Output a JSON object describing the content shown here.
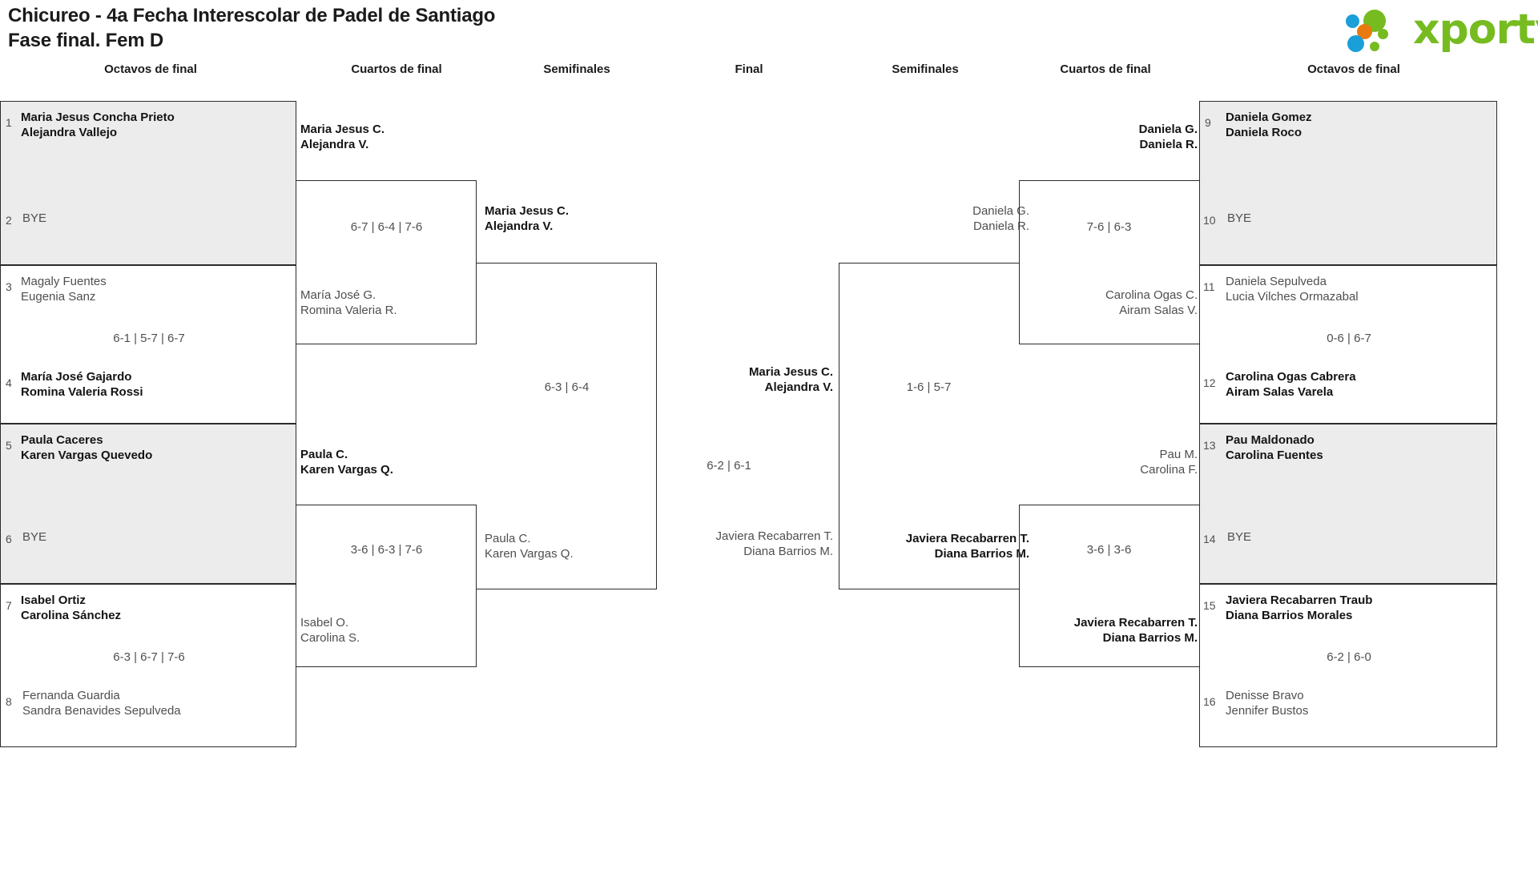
{
  "header": {
    "title_line1": "Chicureo - 4a Fecha Interescolar de Padel de Santiago",
    "title_line2": "Fase final. Fem D",
    "logo_word": "xporty",
    "logo_colors": {
      "green": "#76bc21",
      "orange": "#e87b10",
      "blue": "#1b9fd8"
    }
  },
  "round_headers": [
    {
      "label": "Octavos de final"
    },
    {
      "label": "Cuartos de final"
    },
    {
      "label": "Semifinales"
    },
    {
      "label": "Final"
    },
    {
      "label": "Semifinales"
    },
    {
      "label": "Cuartos de final"
    },
    {
      "label": "Octavos de final"
    }
  ],
  "left": {
    "octavos": [
      {
        "bye": true,
        "score": "",
        "top": {
          "seed": "1",
          "p1": "Maria Jesus Concha Prieto",
          "p2": "Alejandra Vallejo",
          "result": "win"
        },
        "bottom": {
          "seed": "2",
          "p1": "BYE",
          "p2": "",
          "result": "lose"
        }
      },
      {
        "bye": false,
        "score": "6-1 | 5-7 | 6-7",
        "top": {
          "seed": "3",
          "p1": "Magaly Fuentes",
          "p2": "Eugenia Sanz",
          "result": "lose"
        },
        "bottom": {
          "seed": "4",
          "p1": "María José Gajardo",
          "p2": "Romina Valeria Rossi",
          "result": "win"
        }
      },
      {
        "bye": true,
        "score": "",
        "top": {
          "seed": "5",
          "p1": "Paula Caceres",
          "p2": "Karen Vargas Quevedo",
          "result": "win"
        },
        "bottom": {
          "seed": "6",
          "p1": "BYE",
          "p2": "",
          "result": "lose"
        }
      },
      {
        "bye": false,
        "score": "6-3 | 6-7 | 7-6",
        "top": {
          "seed": "7",
          "p1": "Isabel Ortiz",
          "p2": "Carolina Sánchez",
          "result": "win"
        },
        "bottom": {
          "seed": "8",
          "p1": "Fernanda Guardia",
          "p2": "Sandra Benavides Sepulveda",
          "result": "lose"
        }
      }
    ],
    "cuartos": [
      {
        "score": "6-7 | 6-4 | 7-6",
        "top": {
          "p1": "Maria Jesus C.",
          "p2": "Alejandra V.",
          "result": "win"
        },
        "bottom": {
          "p1": "María José G.",
          "p2": "Romina Valeria R.",
          "result": "lose"
        }
      },
      {
        "score": "3-6 | 6-3 | 7-6",
        "top": {
          "p1": "Paula C.",
          "p2": "Karen Vargas Q.",
          "result": "win"
        },
        "bottom": {
          "p1": "Isabel O.",
          "p2": "Carolina S.",
          "result": "lose"
        }
      }
    ],
    "semifinal": {
      "score": "6-3 | 6-4",
      "top": {
        "p1": "Maria Jesus C.",
        "p2": "Alejandra V.",
        "result": "win"
      },
      "bottom": {
        "p1": "Paula C.",
        "p2": "Karen Vargas Q.",
        "result": "lose"
      }
    }
  },
  "final": {
    "score": "6-2 | 6-1",
    "top": {
      "p1": "Maria Jesus C.",
      "p2": "Alejandra V.",
      "result": "win"
    },
    "bottom": {
      "p1": "Javiera Recabarren T.",
      "p2": "Diana Barrios M.",
      "result": "lose"
    }
  },
  "right": {
    "octavos": [
      {
        "bye": true,
        "score": "",
        "top": {
          "seed": "9",
          "p1": "Daniela Gomez",
          "p2": "Daniela Roco",
          "result": "win"
        },
        "bottom": {
          "seed": "10",
          "p1": "BYE",
          "p2": "",
          "result": "lose"
        }
      },
      {
        "bye": false,
        "score": "0-6 | 6-7",
        "top": {
          "seed": "11",
          "p1": "Daniela Sepulveda",
          "p2": "Lucia Vilches Ormazabal",
          "result": "lose"
        },
        "bottom": {
          "seed": "12",
          "p1": "Carolina Ogas Cabrera",
          "p2": "Airam Salas Varela",
          "result": "win"
        }
      },
      {
        "bye": true,
        "score": "",
        "top": {
          "seed": "13",
          "p1": "Pau Maldonado",
          "p2": "Carolina Fuentes",
          "result": "win"
        },
        "bottom": {
          "seed": "14",
          "p1": "BYE",
          "p2": "",
          "result": "lose"
        }
      },
      {
        "bye": false,
        "score": "6-2 | 6-0",
        "top": {
          "seed": "15",
          "p1": "Javiera Recabarren Traub",
          "p2": "Diana Barrios Morales",
          "result": "win"
        },
        "bottom": {
          "seed": "16",
          "p1": "Denisse Bravo",
          "p2": "Jennifer Bustos",
          "result": "lose"
        }
      }
    ],
    "cuartos": [
      {
        "score": "7-6 | 6-3",
        "top": {
          "p1": "Daniela G.",
          "p2": "Daniela R.",
          "result": "win"
        },
        "bottom": {
          "p1": "Carolina Ogas C.",
          "p2": "Airam Salas V.",
          "result": "lose"
        }
      },
      {
        "score": "3-6 | 3-6",
        "top": {
          "p1": "Pau M.",
          "p2": "Carolina F.",
          "result": "lose"
        },
        "bottom": {
          "p1": "Javiera Recabarren T.",
          "p2": "Diana Barrios M.",
          "result": "win"
        }
      }
    ],
    "semifinal": {
      "score": "1-6 | 5-7",
      "top": {
        "p1": "Daniela G.",
        "p2": "Daniela R.",
        "result": "lose"
      },
      "bottom": {
        "p1": "Javiera Recabarren T.",
        "p2": "Diana Barrios M.",
        "result": "win"
      }
    }
  }
}
